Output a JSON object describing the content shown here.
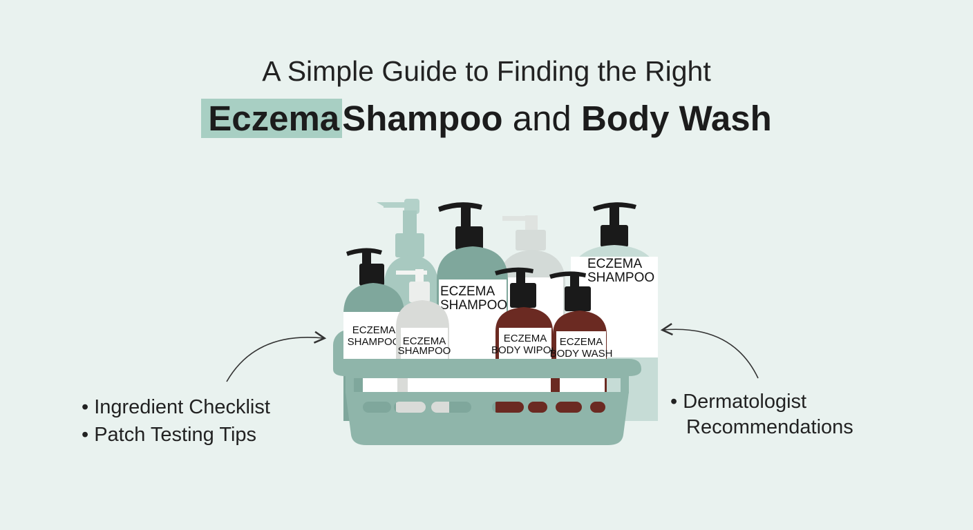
{
  "title": {
    "line1": "A Simple Guide to Finding the Right",
    "highlight": "Eczema",
    "part2": "Shampoo",
    "connector": "and",
    "part3": "Body Wash"
  },
  "left_points": [
    "• Ingredient Checklist",
    "• Patch Testing Tips"
  ],
  "right_points": [
    "• Dermatologist",
    "Recommendations"
  ],
  "bottle_labels": {
    "left_teal": [
      "ECZEMA",
      "SHAMPOO"
    ],
    "small_gray": [
      "ECZEMA",
      "SHAMPOO"
    ],
    "center_teal": [
      "ECZEMA",
      "SHAMPOO"
    ],
    "right_back": [
      "ECZEMA",
      "SHAMPOO"
    ],
    "brown_1": [
      "ECZEMA",
      "BODY WIPOO"
    ],
    "brown_2": [
      "ECZEMA",
      "BODY WASH"
    ]
  },
  "colors": {
    "background": "#e9f2ef",
    "highlight": "#a8cfc3",
    "basket": "#8fb5aa",
    "teal_bottle": "#7fa79c",
    "brown_bottle": "#6b2a22",
    "pump": "#1a1a1a"
  }
}
